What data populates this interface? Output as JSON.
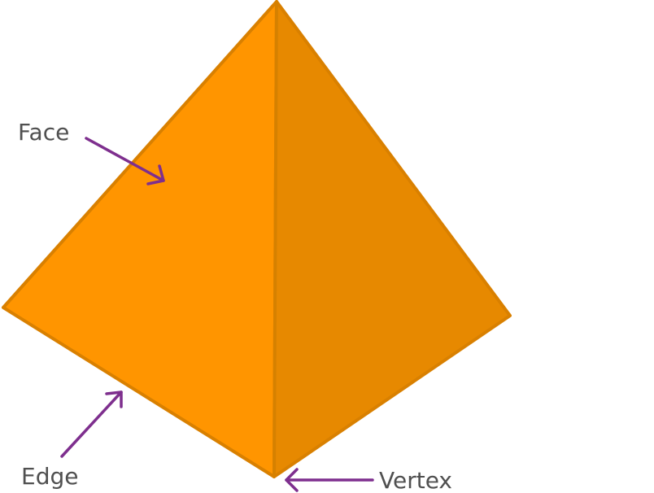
{
  "labels": {
    "face": "Face",
    "edge": "Edge",
    "vertex": "Vertex"
  },
  "colors": {
    "front_face": "#FF9500",
    "side_face": "#E78900",
    "outline": "#D98000",
    "arrow": "#7E2F8E",
    "label_text": "#505050"
  }
}
